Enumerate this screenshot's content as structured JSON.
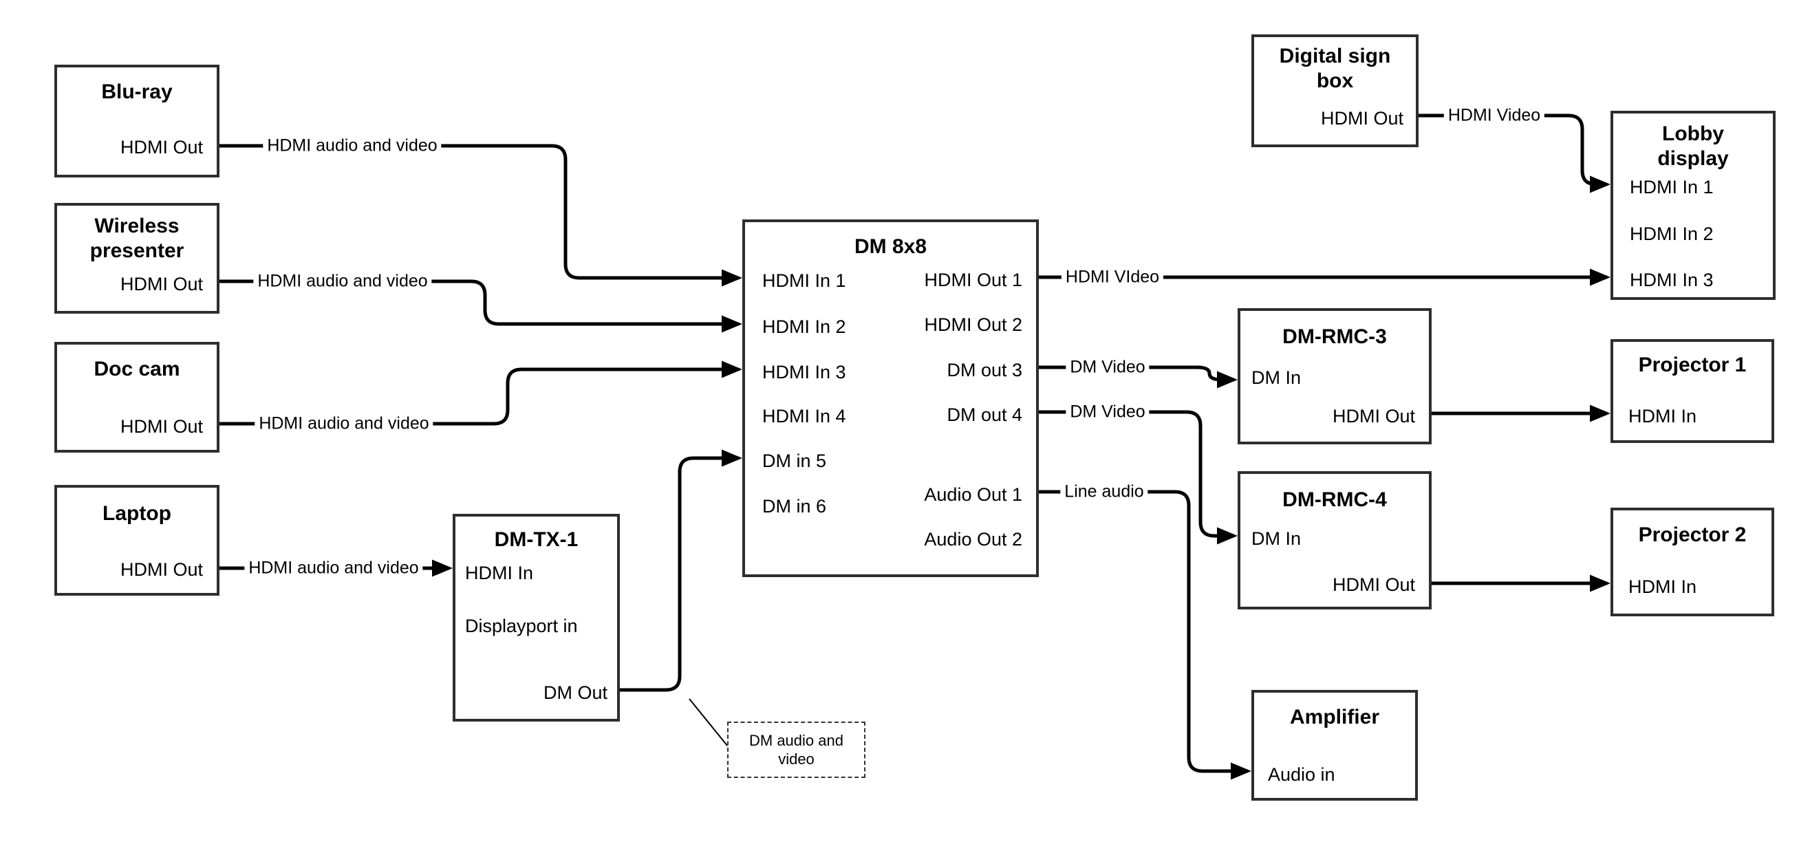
{
  "nodes": {
    "bluray": {
      "title": "Blu-ray",
      "ports": {
        "hdmi_out": "HDMI Out"
      }
    },
    "wireless": {
      "title": "Wireless presenter",
      "ports": {
        "hdmi_out": "HDMI Out"
      }
    },
    "doc_cam": {
      "title": "Doc cam",
      "ports": {
        "hdmi_out": "HDMI Out"
      }
    },
    "laptop": {
      "title": "Laptop",
      "ports": {
        "hdmi_out": "HDMI Out"
      }
    },
    "dm_tx_1": {
      "title": "DM-TX-1",
      "ports": {
        "hdmi_in": "HDMI In",
        "displayport_in": "Displayport in",
        "dm_out": "DM Out"
      }
    },
    "dm_8x8": {
      "title": "DM 8x8",
      "ports": {
        "hdmi_in_1": "HDMI In 1",
        "hdmi_in_2": "HDMI In 2",
        "hdmi_in_3": "HDMI In 3",
        "hdmi_in_4": "HDMI In 4",
        "dm_in_5": "DM in 5",
        "dm_in_6": "DM in 6",
        "hdmi_out_1": "HDMI Out 1",
        "hdmi_out_2": "HDMI Out 2",
        "dm_out_3": "DM out 3",
        "dm_out_4": "DM out 4",
        "audio_out_1": "Audio Out 1",
        "audio_out_2": "Audio Out 2"
      }
    },
    "digital_sign_box": {
      "title": "Digital sign box",
      "ports": {
        "hdmi_out": "HDMI Out"
      }
    },
    "lobby_display": {
      "title": "Lobby display",
      "ports": {
        "hdmi_in_1": "HDMI In 1",
        "hdmi_in_2": "HDMI In 2",
        "hdmi_in_3": "HDMI In 3"
      }
    },
    "dm_rmc_3": {
      "title": "DM-RMC-3",
      "ports": {
        "dm_in": "DM In",
        "hdmi_out": "HDMI Out"
      }
    },
    "projector_1": {
      "title": "Projector 1",
      "ports": {
        "hdmi_in": "HDMI In"
      }
    },
    "dm_rmc_4": {
      "title": "DM-RMC-4",
      "ports": {
        "dm_in": "DM In",
        "hdmi_out": "HDMI Out"
      }
    },
    "projector_2": {
      "title": "Projector 2",
      "ports": {
        "hdmi_in": "HDMI In"
      }
    },
    "amplifier": {
      "title": "Amplifier",
      "ports": {
        "audio_in": "Audio in"
      }
    }
  },
  "connection_labels": {
    "bluray_to_dm8x8": "HDMI audio and video",
    "wireless_to_dm8x8": "HDMI audio and video",
    "doccam_to_dm8x8": "HDMI audio and video",
    "laptop_to_dmtx1": "HDMI audio and video",
    "dm8x8_to_lobby": "HDMI VIdeo",
    "dmout3_to_rmc3": "DM Video",
    "dmout4_to_rmc4": "DM Video",
    "audioout1_to_amp": "Line audio",
    "sign_to_lobby": "HDMI Video"
  },
  "note": {
    "text": "DM audio and video"
  },
  "colors": {
    "line": "#000000",
    "box_border": "#2e2e2e",
    "background": "#ffffff"
  }
}
